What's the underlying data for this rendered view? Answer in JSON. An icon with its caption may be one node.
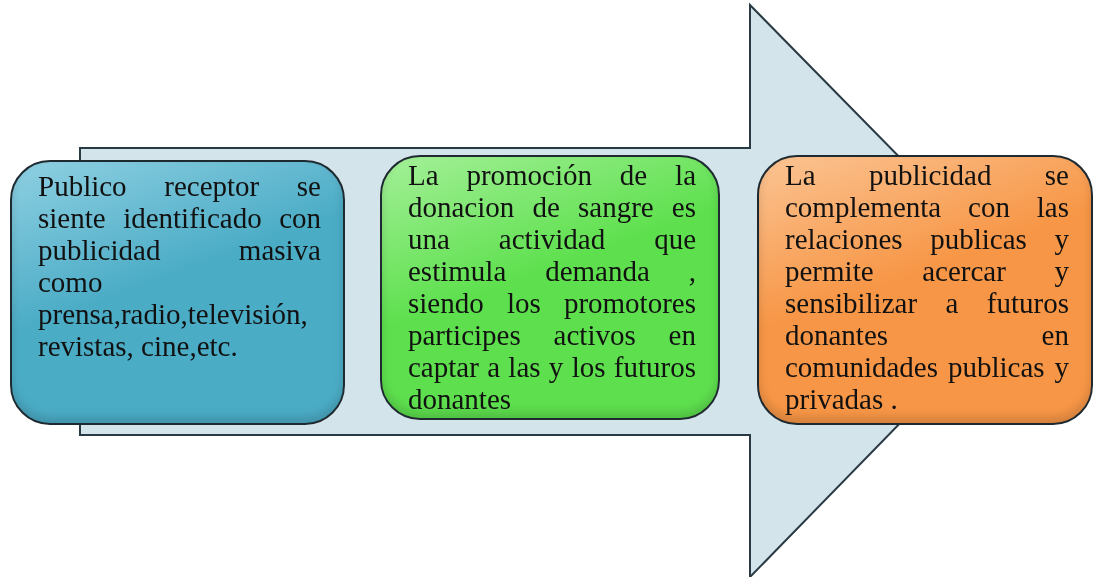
{
  "diagram": {
    "nodes": [
      {
        "text": [
          "Publico receptor se siente identificado con publicidad masiva como prensa,radio,televisión, revistas, cine,etc."
        ]
      },
      {
        "text": [
          "La promoción de la donacion de sangre es una actividad que estimula demanda , siendo los promotores participes activos en captar a las y los futuros donantes"
        ]
      },
      {
        "text": [
          "La publicidad se complementa con las relaciones publicas y permite acercar y sensibilizar a futuros donantes en comunidades publicas y privadas ."
        ]
      }
    ],
    "edges": [
      {
        "from": 0,
        "to": 2,
        "arrow": "to"
      }
    ]
  }
}
